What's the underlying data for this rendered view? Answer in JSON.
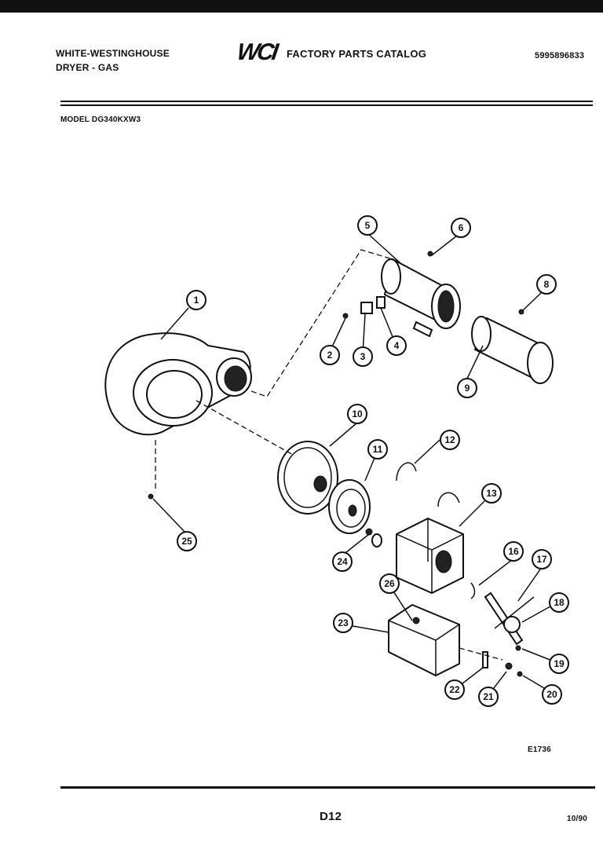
{
  "header": {
    "brand_line1": "WHITE-WESTINGHOUSE",
    "brand_line2": "DRYER - GAS",
    "logo_text": "WCI",
    "catalog_title": "FACTORY PARTS CATALOG",
    "part_number": "5995896833",
    "model": "MODEL DG340KXW3"
  },
  "diagram": {
    "callouts": [
      "1",
      "2",
      "3",
      "4",
      "5",
      "6",
      "8",
      "9",
      "10",
      "11",
      "12",
      "13",
      "16",
      "17",
      "18",
      "19",
      "20",
      "21",
      "22",
      "23",
      "24",
      "25",
      "26"
    ]
  },
  "footer": {
    "figure_code": "E1736",
    "page_number": "D12",
    "revision_date": "10/90"
  }
}
